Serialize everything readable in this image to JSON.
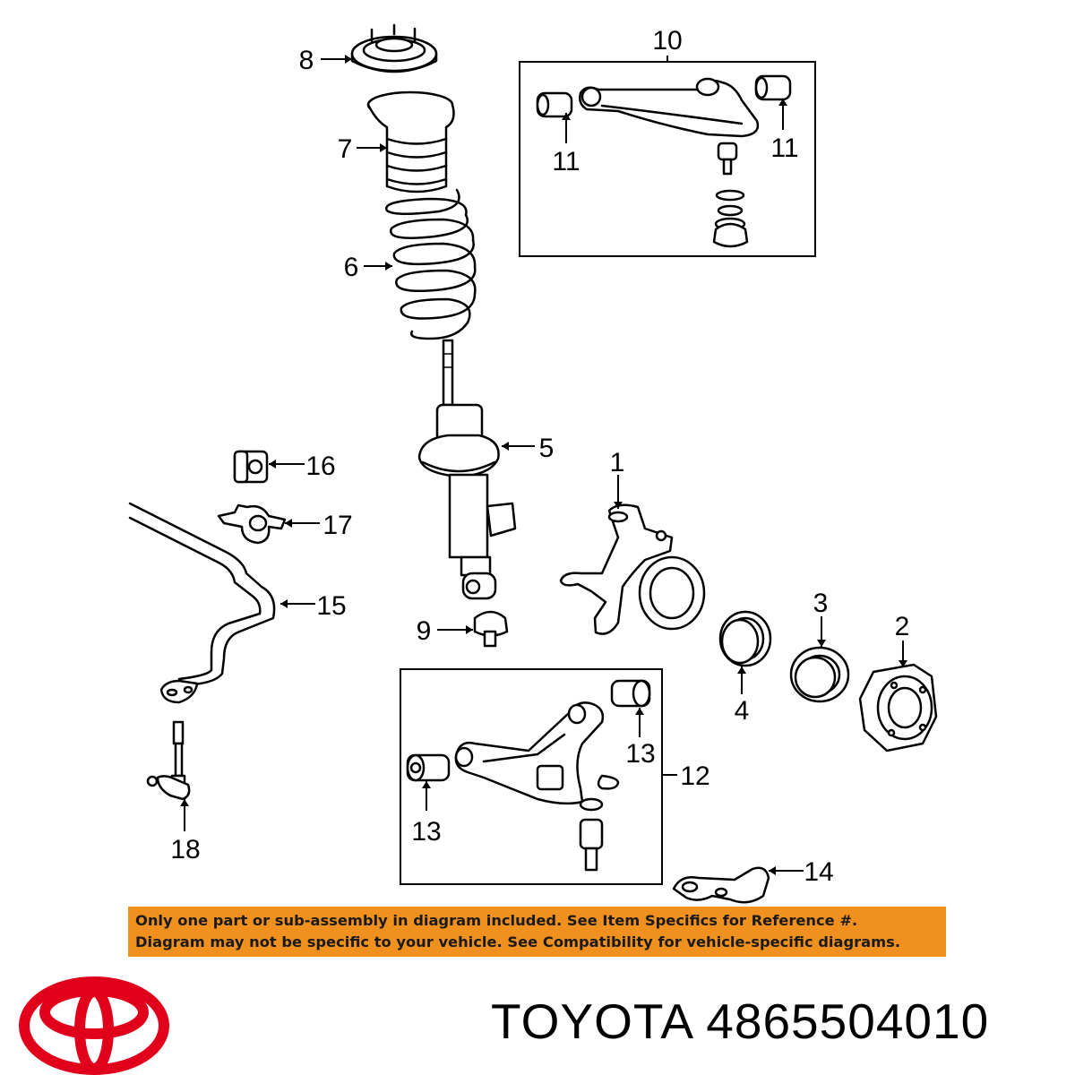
{
  "diagram": {
    "callouts": [
      "1",
      "2",
      "3",
      "4",
      "5",
      "6",
      "7",
      "8",
      "9",
      "10",
      "11",
      "11",
      "12",
      "13",
      "13",
      "14",
      "15",
      "16",
      "17",
      "18"
    ]
  },
  "notice": {
    "line1": "Only one part or sub-assembly in diagram included. See Item Specifics for Reference #.",
    "line2": "Diagram may not be specific to your vehicle. See Compatibility for vehicle-specific diagrams.",
    "background": "#f0901f"
  },
  "brand": {
    "logo_icon": "toyota-logo-icon",
    "logo_color": "#e0001b",
    "title": "TOYOTA 4865504010"
  }
}
